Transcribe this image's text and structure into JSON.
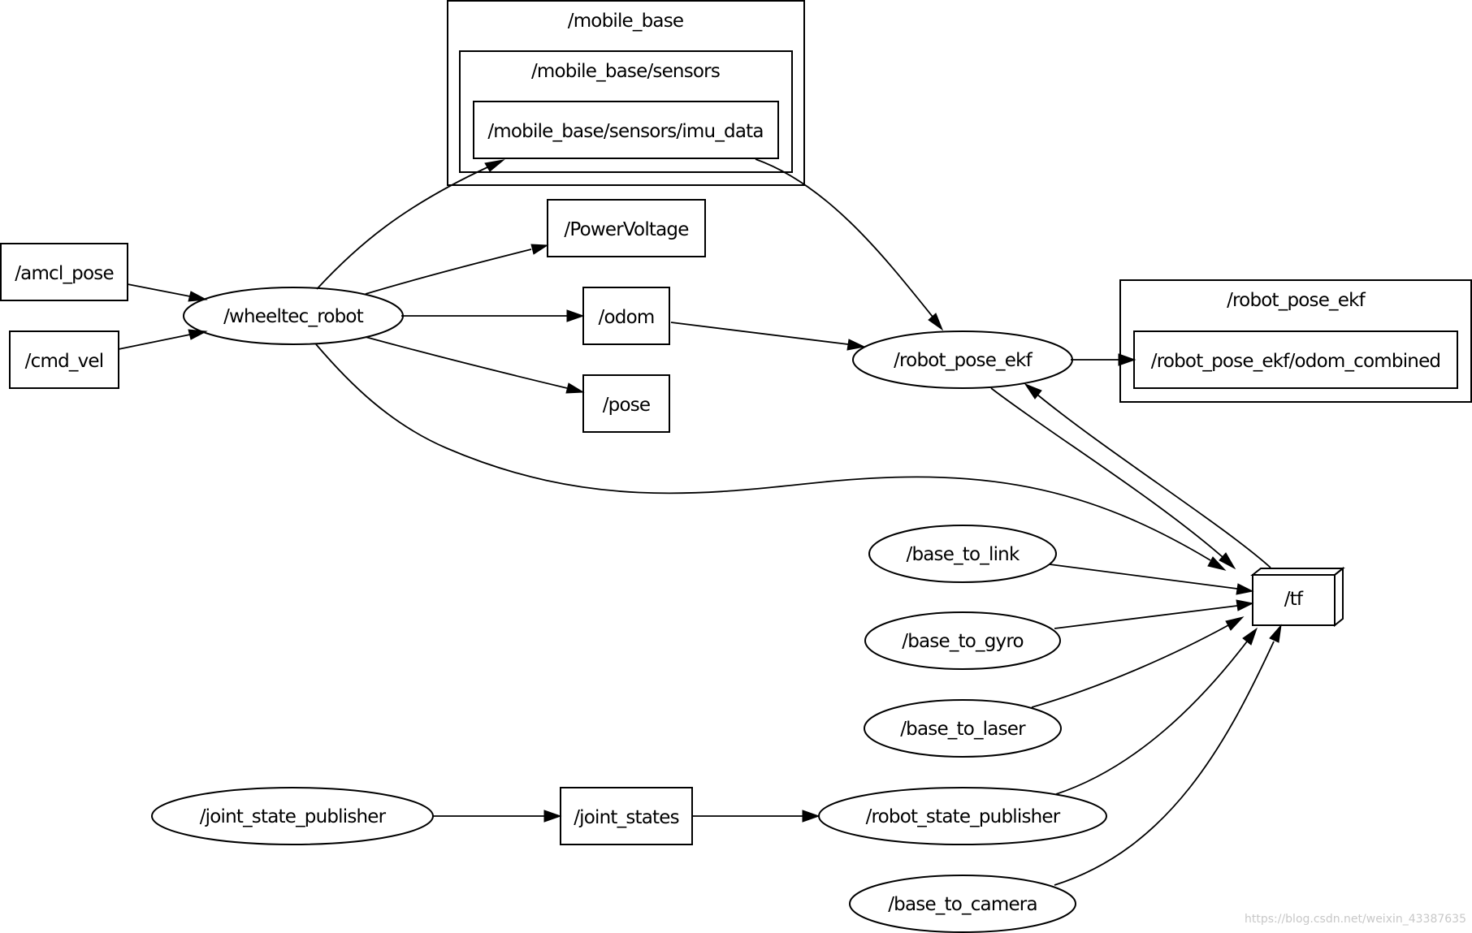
{
  "clusters": {
    "mobile_base": "/mobile_base",
    "mobile_base_sensors": "/mobile_base/sensors",
    "robot_pose_ekf": "/robot_pose_ekf"
  },
  "nodes": {
    "wheeltec_robot": "/wheeltec_robot",
    "robot_pose_ekf": "/robot_pose_ekf",
    "base_to_link": "/base_to_link",
    "base_to_gyro": "/base_to_gyro",
    "base_to_laser": "/base_to_laser",
    "joint_state_publisher": "/joint_state_publisher",
    "robot_state_publisher": "/robot_state_publisher",
    "base_to_camera": "/base_to_camera"
  },
  "topics": {
    "imu_data": "/mobile_base/sensors/imu_data",
    "amcl_pose": "/amcl_pose",
    "cmd_vel": "/cmd_vel",
    "power_voltage": "/PowerVoltage",
    "odom": "/odom",
    "pose": "/pose",
    "odom_combined": "/robot_pose_ekf/odom_combined",
    "tf": "/tf",
    "joint_states": "/joint_states"
  },
  "edges": [
    [
      "/amcl_pose",
      "/wheeltec_robot"
    ],
    [
      "/cmd_vel",
      "/wheeltec_robot"
    ],
    [
      "/wheeltec_robot",
      "/mobile_base/sensors/imu_data"
    ],
    [
      "/wheeltec_robot",
      "/PowerVoltage"
    ],
    [
      "/wheeltec_robot",
      "/odom"
    ],
    [
      "/wheeltec_robot",
      "/pose"
    ],
    [
      "/wheeltec_robot",
      "/tf"
    ],
    [
      "/mobile_base/sensors/imu_data",
      "/robot_pose_ekf"
    ],
    [
      "/odom",
      "/robot_pose_ekf"
    ],
    [
      "/robot_pose_ekf",
      "/robot_pose_ekf/odom_combined"
    ],
    [
      "/robot_pose_ekf",
      "/tf"
    ],
    [
      "/tf",
      "/robot_pose_ekf"
    ],
    [
      "/base_to_link",
      "/tf"
    ],
    [
      "/base_to_gyro",
      "/tf"
    ],
    [
      "/base_to_laser",
      "/tf"
    ],
    [
      "/robot_state_publisher",
      "/tf"
    ],
    [
      "/base_to_camera",
      "/tf"
    ],
    [
      "/joint_state_publisher",
      "/joint_states"
    ],
    [
      "/joint_states",
      "/robot_state_publisher"
    ]
  ],
  "watermark": "https://blog.csdn.net/weixin_43387635"
}
